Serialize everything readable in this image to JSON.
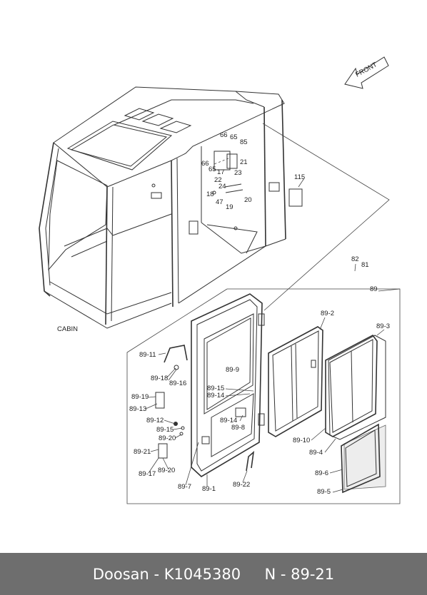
{
  "diagram": {
    "front_label": "FRONT",
    "cabin_label": "CABIN",
    "callouts": [
      "66",
      "65",
      "85",
      "66",
      "65",
      "17",
      "21",
      "23",
      "22",
      "24",
      "18",
      "47",
      "19",
      "20",
      "115",
      "82",
      "81",
      "89",
      "89-2",
      "89-3",
      "89-11",
      "89-18",
      "89-16",
      "89-9",
      "89-15",
      "89-14",
      "89-19",
      "89-13",
      "89-12",
      "89-15",
      "89-20",
      "89-14",
      "89-8",
      "89-21",
      "89-17",
      "89-20",
      "89-10",
      "89-4",
      "89-6",
      "89-5",
      "89-7",
      "89-1",
      "89-22"
    ]
  },
  "footer": {
    "brand": "Doosan",
    "separator": " - ",
    "part_number": "K1045380",
    "page_ref": "N - 89-21"
  }
}
